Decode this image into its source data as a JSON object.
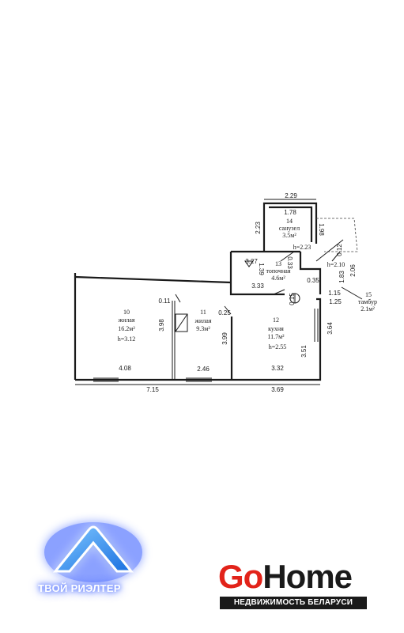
{
  "rooms": [
    {
      "number": "10",
      "type": "жилая",
      "area": "16.2м²",
      "height": "h=3.12"
    },
    {
      "number": "11",
      "type": "жилая",
      "area": "9.3м²"
    },
    {
      "number": "12",
      "type": "кухня",
      "area": "11.7м²",
      "height": "h=2.55"
    },
    {
      "number": "13",
      "type": "топочная",
      "area": "4.6м²"
    },
    {
      "number": "14",
      "type": "санузел",
      "area": "3.5м²",
      "height": "h=2.23"
    },
    {
      "number": "15",
      "type": "тамбур",
      "area": "2.1м²",
      "height": "h=2.10"
    }
  ],
  "dimensions": {
    "d_229": "2.29",
    "d_178": "1.78",
    "d_223": "2.23",
    "d_198": "1.98",
    "d_012": "0.12",
    "d_327": "3.27",
    "d_139": "1.39",
    "d_033": "0.33",
    "d_206": "2.06",
    "d_183": "1.83",
    "d_333": "3.33",
    "d_035": "0.35",
    "d_015": "0.15",
    "d_115": "1.15",
    "d_125": "1.25",
    "d_011": "0.11",
    "d_398": "3.98",
    "d_025": "0.25",
    "d_399": "3.99",
    "d_364": "3.64",
    "d_351": "3.51",
    "d_408": "4.08",
    "d_246": "2.46",
    "d_332": "3.32",
    "d_715": "7.15",
    "d_369": "3.69"
  },
  "logos": {
    "left_text": "ТВОЙ РИЭЛТЕР",
    "right_go": "Go",
    "right_home": "Home",
    "right_tagline": "НЕДВИЖИМОСТЬ БЕЛАРУСИ",
    "brand_red": "#e2231a",
    "brand_blue": "#2d55ff"
  }
}
